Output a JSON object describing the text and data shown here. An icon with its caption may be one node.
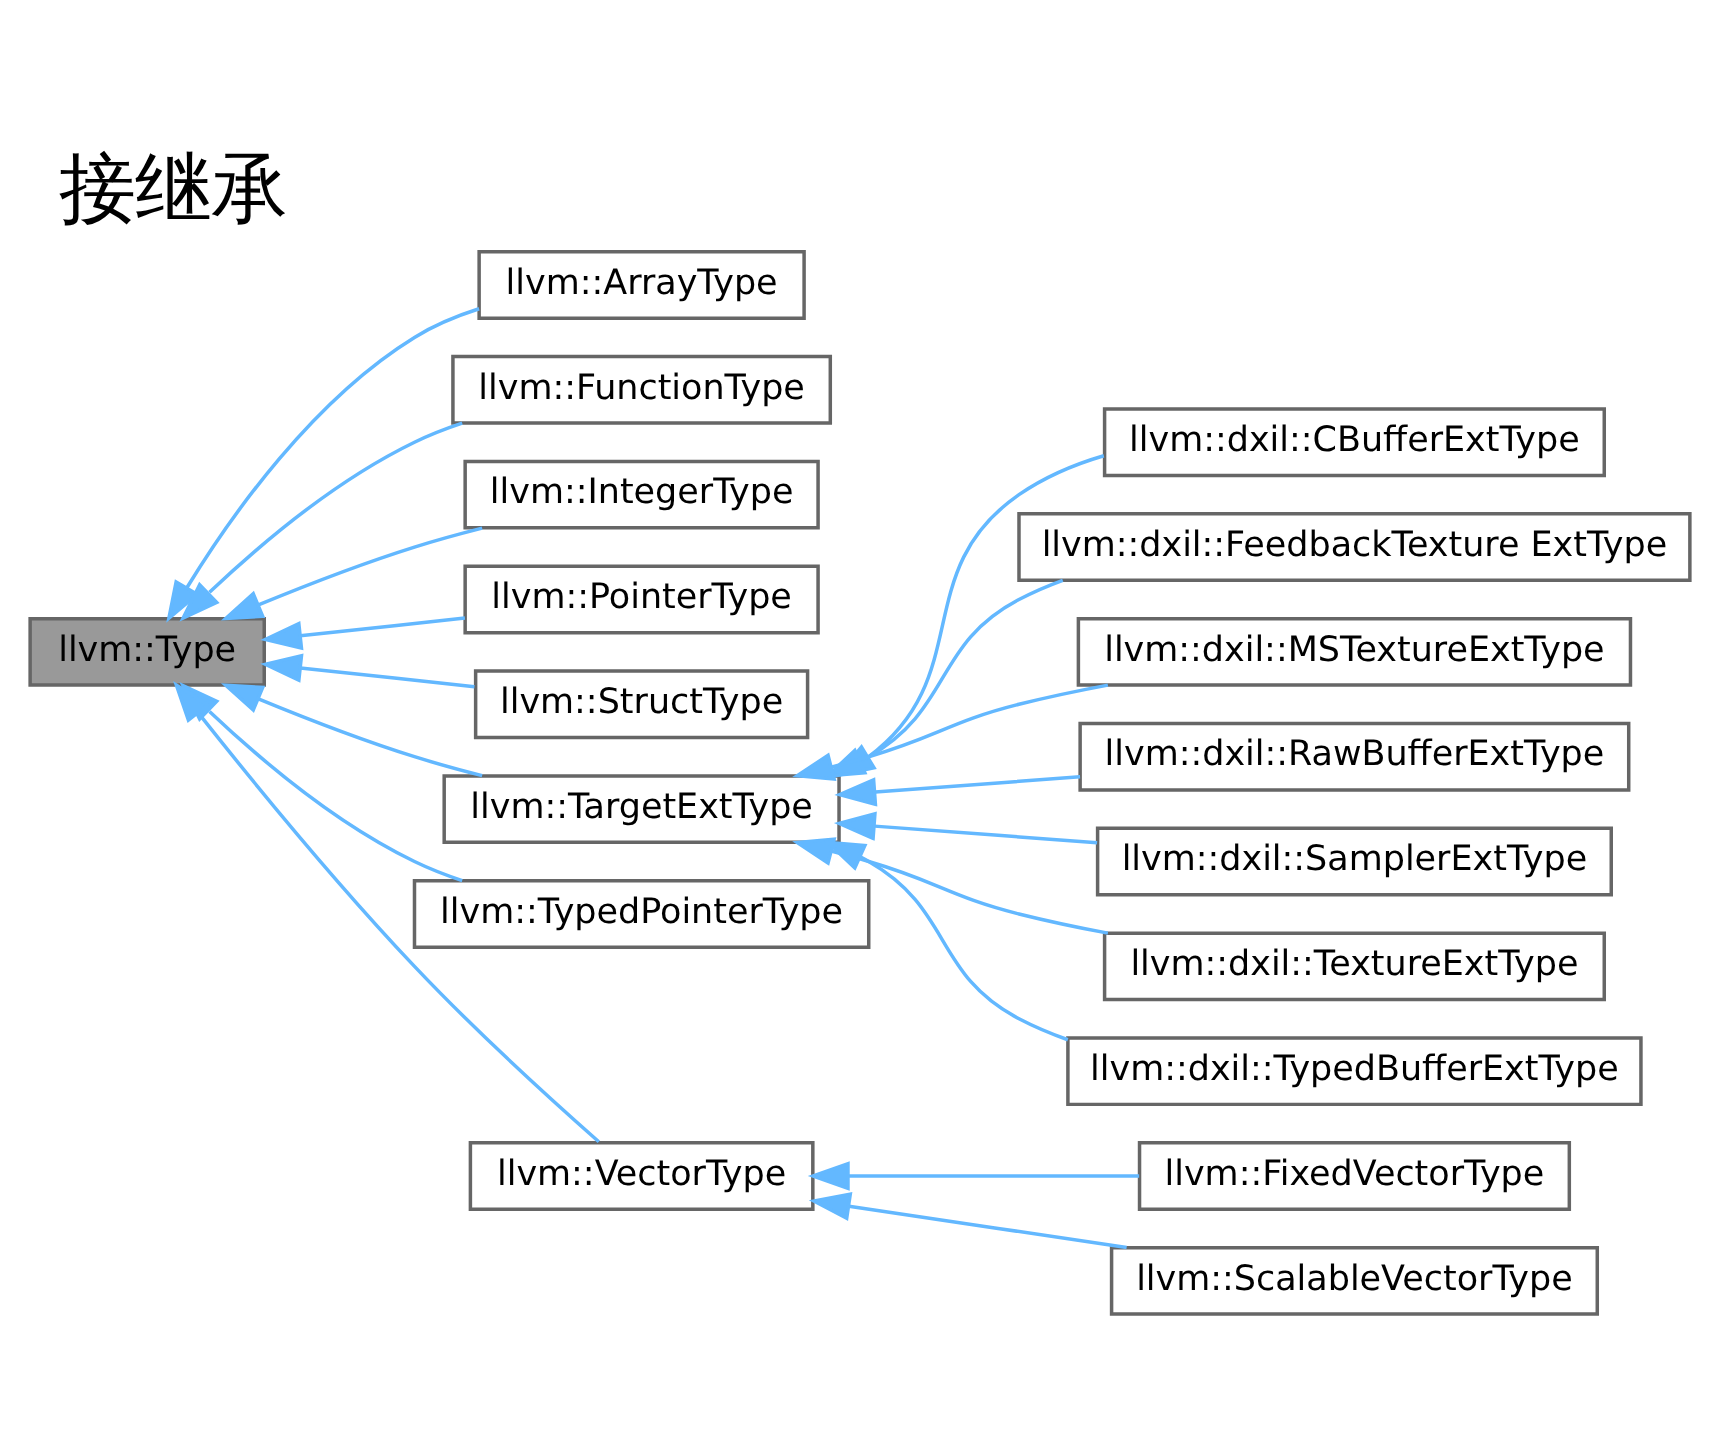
{
  "diagram": {
    "title": "接继承",
    "nodes": [
      {
        "text": [
          "llvm::Type"
        ]
      },
      {
        "text": [
          "llvm::ArrayType"
        ]
      },
      {
        "text": [
          "llvm::FunctionType"
        ]
      },
      {
        "text": [
          "llvm::IntegerType"
        ]
      },
      {
        "text": [
          "llvm::PointerType"
        ]
      },
      {
        "text": [
          "llvm::StructType"
        ]
      },
      {
        "text": [
          "llvm::TargetExtType"
        ]
      },
      {
        "text": [
          "llvm::TypedPointerType"
        ]
      },
      {
        "text": [
          "llvm::VectorType"
        ]
      },
      {
        "text": [
          "llvm::dxil::CBufferExtType"
        ]
      },
      {
        "text": [
          "llvm::dxil::FeedbackTexture ExtType"
        ]
      },
      {
        "text": [
          "llvm::dxil::MSTextureExtType"
        ]
      },
      {
        "text": [
          "llvm::dxil::RawBufferExtType"
        ]
      },
      {
        "text": [
          "llvm::dxil::SamplerExtType"
        ]
      },
      {
        "text": [
          "llvm::dxil::TextureExtType"
        ]
      },
      {
        "text": [
          "llvm::dxil::TypedBufferExtType"
        ]
      },
      {
        "text": [
          "llvm::FixedVectorType"
        ]
      },
      {
        "text": [
          "llvm::ScalableVectorType"
        ]
      }
    ],
    "edges": [
      {
        "from": 1,
        "to": 0,
        "arrow": "to"
      },
      {
        "from": 2,
        "to": 0,
        "arrow": "to"
      },
      {
        "from": 3,
        "to": 0,
        "arrow": "to"
      },
      {
        "from": 4,
        "to": 0,
        "arrow": "to"
      },
      {
        "from": 5,
        "to": 0,
        "arrow": "to"
      },
      {
        "from": 6,
        "to": 0,
        "arrow": "to"
      },
      {
        "from": 7,
        "to": 0,
        "arrow": "to"
      },
      {
        "from": 8,
        "to": 0,
        "arrow": "to"
      },
      {
        "from": 9,
        "to": 6,
        "arrow": "to"
      },
      {
        "from": 10,
        "to": 6,
        "arrow": "to"
      },
      {
        "from": 11,
        "to": 6,
        "arrow": "to"
      },
      {
        "from": 12,
        "to": 6,
        "arrow": "to"
      },
      {
        "from": 13,
        "to": 6,
        "arrow": "to"
      },
      {
        "from": 14,
        "to": 6,
        "arrow": "to"
      },
      {
        "from": 15,
        "to": 6,
        "arrow": "to"
      },
      {
        "from": 16,
        "to": 8,
        "arrow": "to"
      },
      {
        "from": 17,
        "to": 8,
        "arrow": "to"
      }
    ]
  }
}
